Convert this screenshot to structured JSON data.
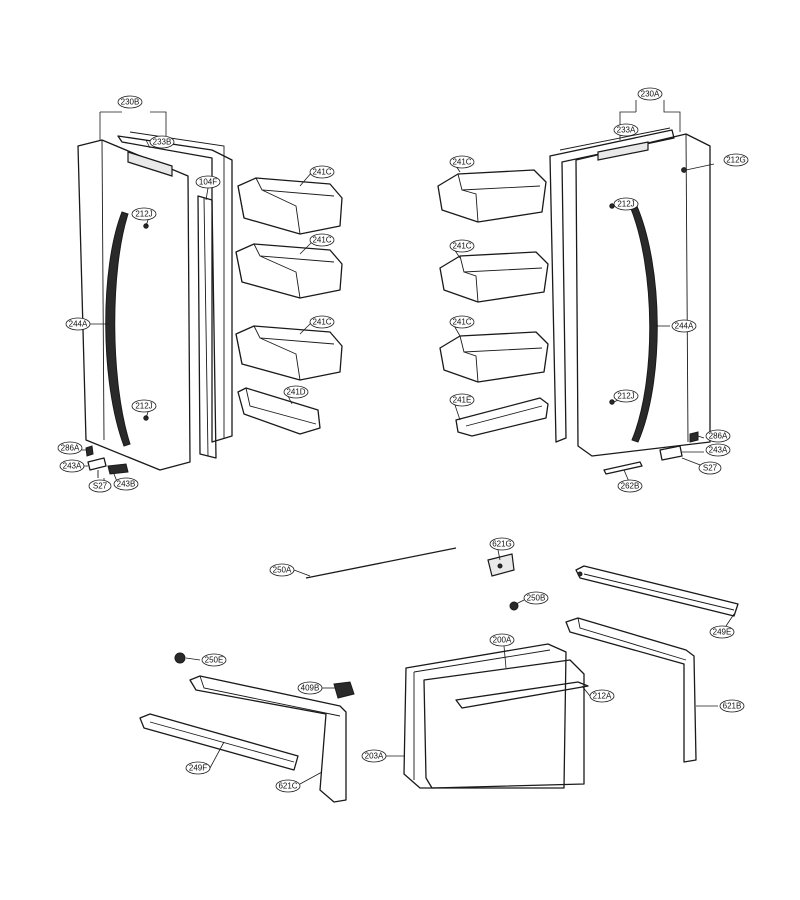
{
  "callouts": {
    "c230B": "230B",
    "c233B": "233B",
    "c104F": "104F",
    "c241C_l1": "241C",
    "c241C_l2": "241C",
    "c241C_l3": "241C",
    "c241D_l": "241D",
    "c212J_l1": "212J",
    "c212J_l2": "212J",
    "c244A_l": "244A",
    "c286A_l": "286A",
    "c243A_l": "243A",
    "c243B": "243B",
    "cS27_l": "S27",
    "c230A": "230A",
    "c233A": "233A",
    "c212G": "212G",
    "c212J_r1": "212J",
    "c212J_r2": "212J",
    "c244A_r": "244A",
    "c241C_r1": "241C",
    "c241C_r2": "241C",
    "c241C_r3": "241C",
    "c241E_r": "241E",
    "c286A_r": "286A",
    "c243A_r": "243A",
    "cS27_r": "S27",
    "c262B": "262B",
    "c621G": "621G",
    "c250A": "250A",
    "c250B": "250B",
    "c249E": "249E",
    "c200A": "200A",
    "c212A": "212A",
    "c250E": "250E",
    "c409B": "409B",
    "c203A": "203A",
    "c621B": "621B",
    "c249F": "249F",
    "c621C": "621C"
  }
}
